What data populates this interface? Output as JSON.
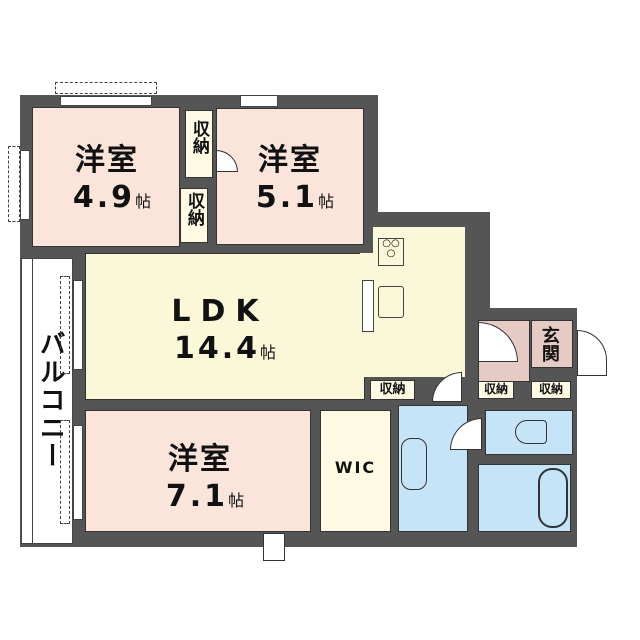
{
  "floor_plan": {
    "rooms": [
      {
        "id": "western-room-1",
        "label": "洋室",
        "size": "4.9",
        "unit": "帖",
        "color": "#fbe5da"
      },
      {
        "id": "western-room-2",
        "label": "洋室",
        "size": "5.1",
        "unit": "帖",
        "color": "#fbe5da"
      },
      {
        "id": "ldk",
        "label": "LDK",
        "size": "14.4",
        "unit": "帖",
        "color": "#fbf8d9"
      },
      {
        "id": "western-room-3",
        "label": "洋室",
        "size": "7.1",
        "unit": "帖",
        "color": "#fbe5da"
      },
      {
        "id": "walk-in-closet",
        "label": "WIC",
        "color": "#fdf9e3"
      },
      {
        "id": "entrance",
        "label": "玄関",
        "color": "#e6cbc5"
      },
      {
        "id": "balcony",
        "label": "バルコニー",
        "color": "#ffffff"
      },
      {
        "id": "washroom",
        "label": "",
        "color": "#c6e4f7"
      },
      {
        "id": "toilet",
        "label": "",
        "color": "#c6e4f7"
      },
      {
        "id": "bathroom",
        "label": "",
        "color": "#c6e4f7"
      }
    ],
    "storage": [
      {
        "id": "storage-1",
        "label": "収納"
      },
      {
        "id": "storage-2",
        "label": "収納"
      },
      {
        "id": "storage-3",
        "label": "収納"
      },
      {
        "id": "storage-4",
        "label": "収納"
      },
      {
        "id": "storage-5",
        "label": "収納"
      }
    ],
    "colors": {
      "wall": "#555555",
      "western": "#fbe5da",
      "ldk": "#fbf8d9",
      "wet": "#c6e4f7",
      "entrance": "#e6cbc5"
    }
  }
}
